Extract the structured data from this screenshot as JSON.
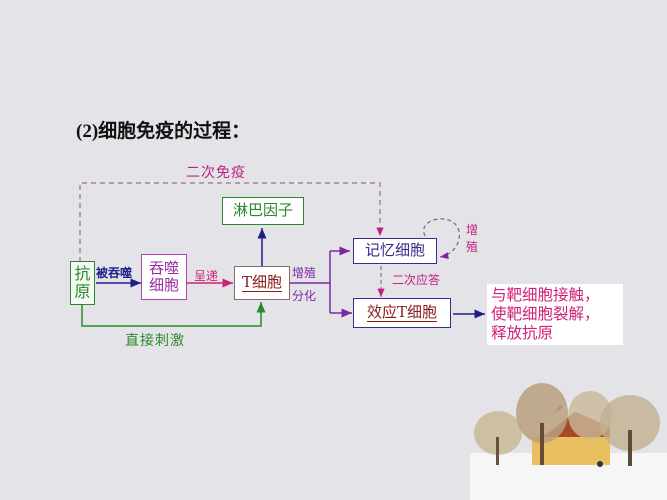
{
  "title": "(2)细胞免疫的过程：",
  "colors": {
    "background": "#e4e4e8",
    "green": "#2a8a2a",
    "purple": "#7a2aa0",
    "navy": "#1e1e8a",
    "magenta": "#d0207a",
    "dark_red": "#8a1a1a",
    "dashed": "#8a6a8a"
  },
  "nodes": {
    "antigen": "抗原",
    "antigen_line1": "抗",
    "antigen_line2": "原",
    "phagocyte_line1": "吞噬",
    "phagocyte_line2": "细胞",
    "t_cell": "T细胞",
    "lymphokine": "淋巴因子",
    "memory_cell": "记忆细胞",
    "effector_t_cell": "效应T细胞"
  },
  "edge_labels": {
    "engulfed": "被吞噬",
    "present": "呈递",
    "proliferate": "增殖",
    "differentiate": "分化",
    "direct_stimulation": "直接刺激",
    "secondary_immunity": "二次免疫",
    "secondary_response": "二次应答",
    "self_proliferate_1": "增",
    "self_proliferate_2": "殖"
  },
  "result": {
    "line1": "与靶细胞接触，",
    "line2": "使靶细胞裂解，",
    "line3": "释放抗原"
  }
}
